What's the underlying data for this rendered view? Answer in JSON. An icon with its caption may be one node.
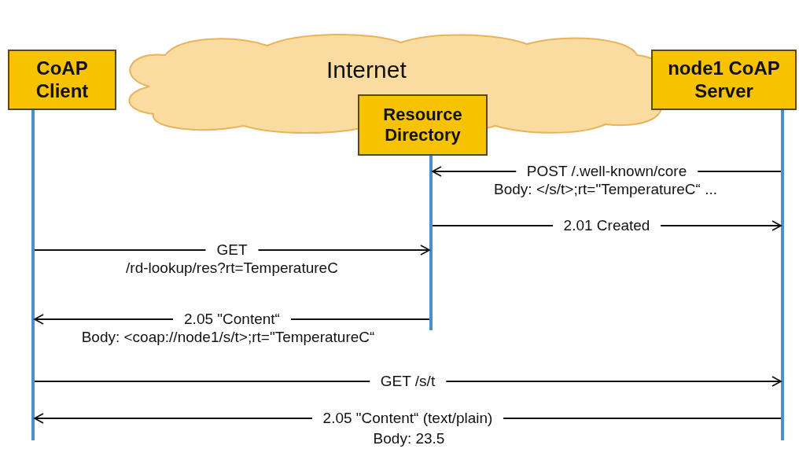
{
  "diagram": {
    "nodes": [
      {
        "text": [
          "Internet"
        ]
      },
      {
        "text": [
          "CoAP Client"
        ]
      },
      {
        "text": [
          "node1 CoAP Server"
        ]
      },
      {
        "text": [
          "Resource Directory"
        ]
      },
      {
        "text": [],
        "shape": "line"
      },
      {
        "text": [],
        "shape": "line"
      },
      {
        "text": [],
        "shape": "line"
      }
    ],
    "edges": [
      {
        "from": 6,
        "to": 5,
        "arrow": "to",
        "label": "POST /.well-known/core"
      },
      {
        "from": 5,
        "to": 6,
        "arrow": "to",
        "label": "2.01 Created"
      },
      {
        "from": 4,
        "to": 5,
        "arrow": "to",
        "label": "GET"
      },
      {
        "from": 5,
        "to": 4,
        "arrow": "to",
        "label": "2.05 \"Content“"
      },
      {
        "from": 4,
        "to": 6,
        "arrow": "to",
        "label": "GET /s/t"
      },
      {
        "from": 6,
        "to": 4,
        "arrow": "to",
        "label": "2.05 \"Content“ (text/plain)"
      }
    ],
    "labels": [
      "Body: </s/t>;rt=\"TemperatureC“ ...",
      "/rd-lookup/res?rt=TemperatureC",
      "Body: <coap://node1/s/t>;rt=\"TemperatureC“",
      "Body: 23.5"
    ]
  }
}
